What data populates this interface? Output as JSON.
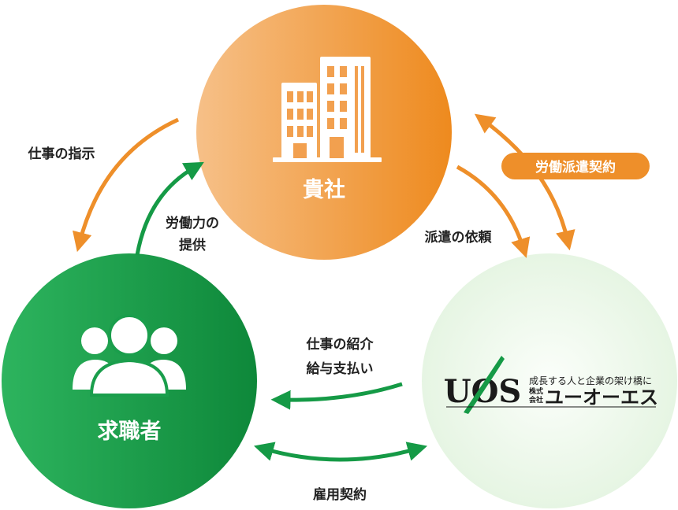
{
  "nodes": {
    "company": {
      "label": "貴社",
      "color_start": "#F5BD84",
      "color_end": "#EE8A1E"
    },
    "job_seeker": {
      "label": "求職者",
      "color_start": "#2FB35E",
      "color_end": "#0F8A3C"
    },
    "uos": {
      "logo_text": "UOS",
      "tagline": "成長する人と企業の架け橋に",
      "corp_prefix_top": "株式",
      "corp_prefix_bottom": "会社",
      "company_name": "ユーオーエス",
      "fill_color": "#EDF8EC"
    }
  },
  "edges": {
    "work_instruction": "仕事の指示",
    "labor_provision_1": "労働力の",
    "labor_provision_2": "提供",
    "dispatch_request": "派遣の依頼",
    "dispatch_contract": "労働派遣契約",
    "job_intro_1": "仕事の紹介",
    "job_intro_2": "給与支払い",
    "employment_contract": "雇用契約"
  },
  "colors": {
    "orange_arrow": "#EE8F2A",
    "green_arrow": "#159A46",
    "text": "#222222",
    "pill": "#EE8F2A"
  }
}
